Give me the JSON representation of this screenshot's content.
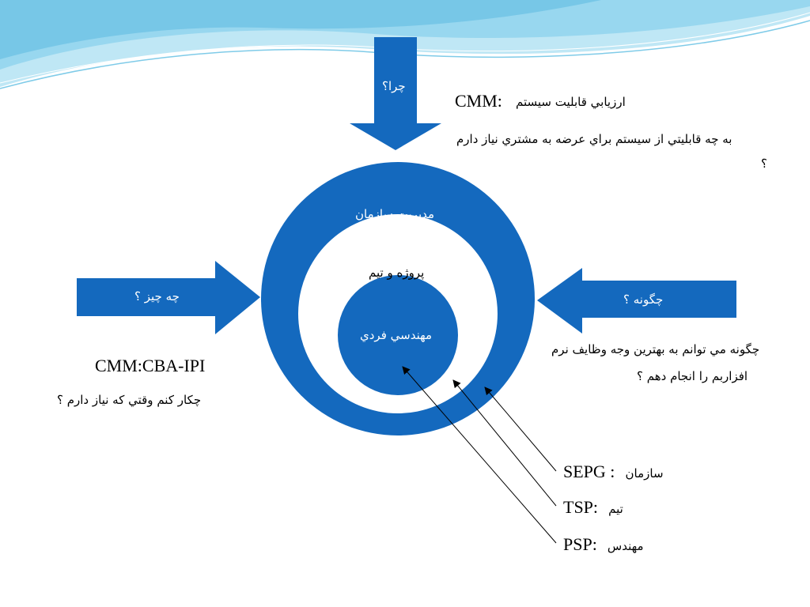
{
  "arrows": {
    "top": "چرا؟",
    "left": "چه چيز ؟",
    "right": "چگونه ؟"
  },
  "circles": {
    "outer": "مديريت سازمان",
    "middle": "پروژه و تيم",
    "inner": "مهندسي فردي"
  },
  "top_right": {
    "cmm": "CMM:",
    "cmm_desc": "ارزيابي قابليت سيستم",
    "question_line1": "به چه قابليتي از سيستم براي عرضه به مشتري نياز دارم",
    "question_line2": "؟"
  },
  "left_block": {
    "title": "CMM:CBA-IPI",
    "question": "چكار كنم وقتي كه نياز دارم ؟"
  },
  "right_block": {
    "line1": "چگونه مي توانم به بهترين وجه وظايف نرم",
    "line2": "افزاربم را انجام دهم ؟"
  },
  "legend": [
    {
      "code": "SEPG :",
      "label": "سازمان"
    },
    {
      "code": "TSP:",
      "label": "تيم"
    },
    {
      "code": "PSP:",
      "label": "مهندس"
    }
  ],
  "colors": {
    "blue": "#1469BE",
    "wave_light": "#BFE7F5",
    "wave_mid": "#6FC5E6"
  }
}
